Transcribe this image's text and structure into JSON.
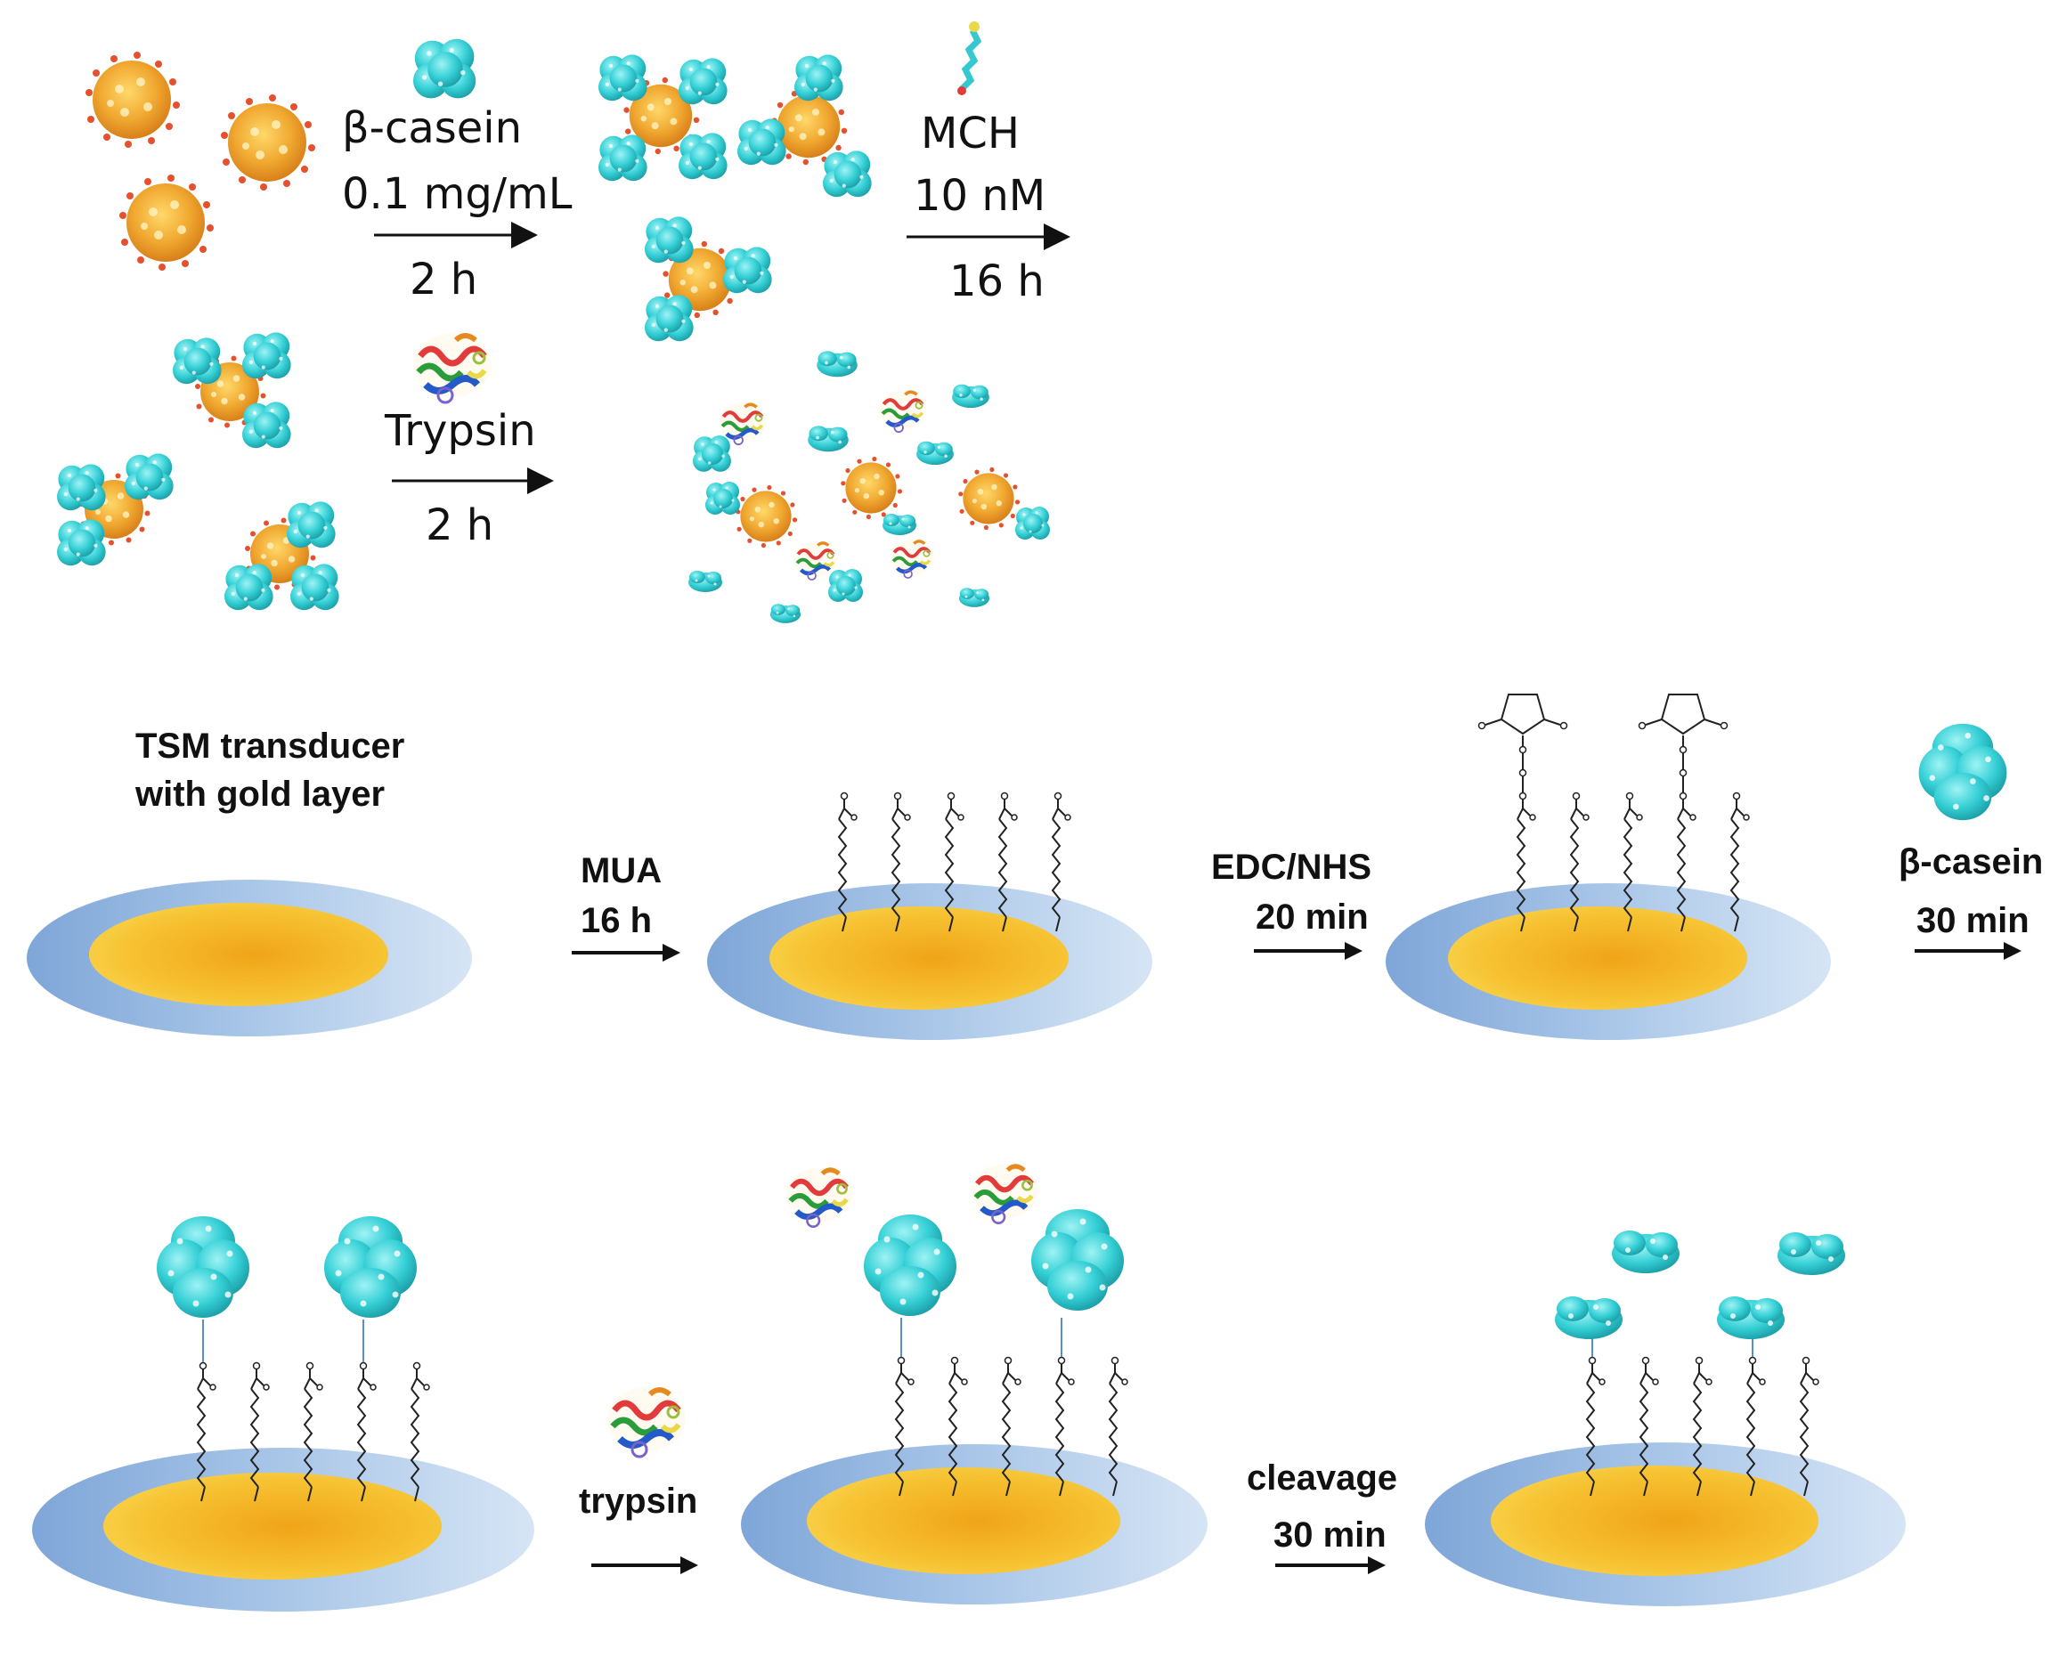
{
  "top_section": {
    "step1": {
      "reagent": "β-casein",
      "concentration": "0.1 mg/mL",
      "time": "2 h"
    },
    "step2": {
      "reagent": "MCH",
      "concentration": "10 nM",
      "time": "16 h"
    },
    "step3": {
      "reagent": "Trypsin",
      "time": "2 h"
    }
  },
  "middle_section": {
    "transducer_label_line1": "TSM transducer",
    "transducer_label_line2": "with gold layer",
    "step1": {
      "reagent": "MUA",
      "time": "16 h"
    },
    "step2": {
      "reagent": "EDC/NHS",
      "time": "20 min"
    },
    "step3": {
      "reagent": "β-casein",
      "time": "30 min"
    }
  },
  "bottom_section": {
    "step1": {
      "reagent": "trypsin"
    },
    "step2": {
      "reagent": "cleavage",
      "time": "30 min"
    }
  },
  "colors": {
    "gold": "#f2b51e",
    "disk_blue": "#8fb4df",
    "protein_cyan": "#35d0d6",
    "nanoparticle": "#f0a830"
  }
}
